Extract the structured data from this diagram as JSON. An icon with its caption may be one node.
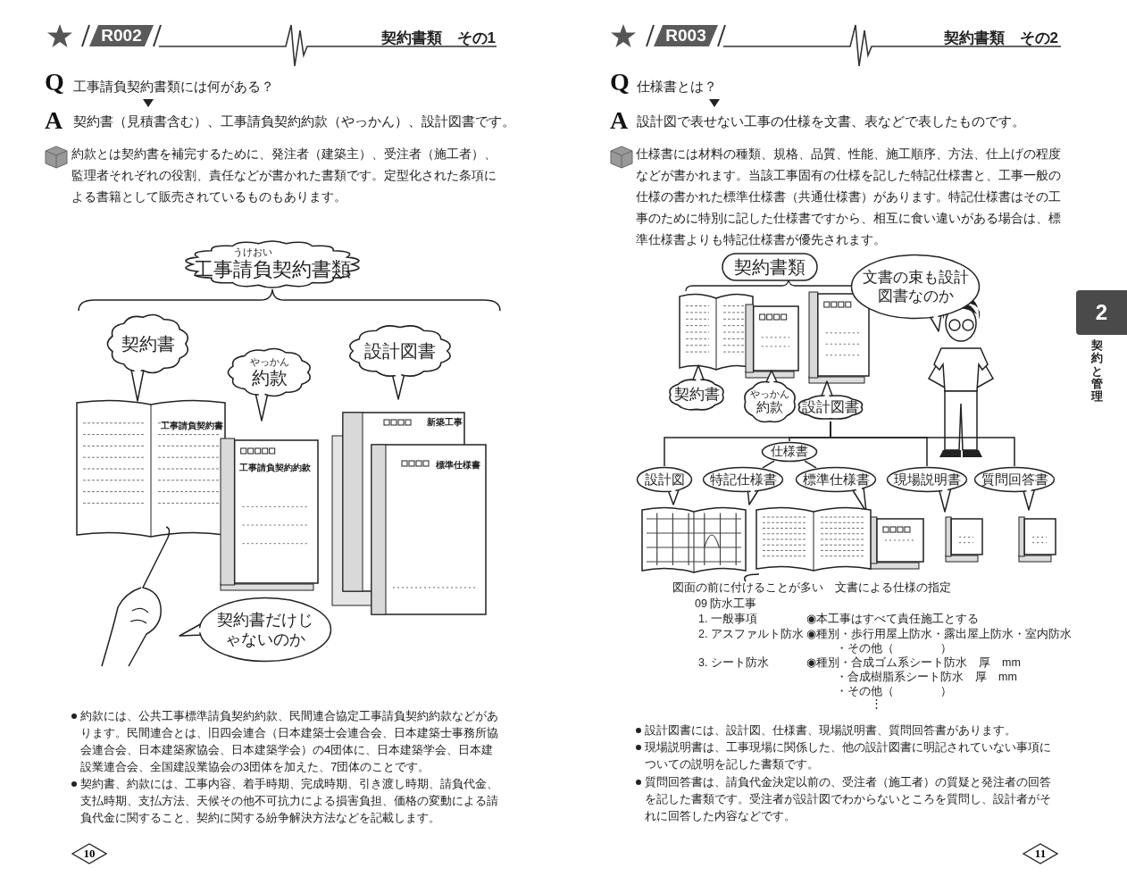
{
  "diagram": {
    "nodes": [
      {
        "text": [
          "うけおい",
          "工事請負契約書類"
        ]
      },
      {
        "text": [
          "契約書"
        ]
      },
      {
        "text": [
          "やっかん",
          "約款"
        ]
      },
      {
        "text": [
          "設計図書"
        ]
      },
      {
        "text": [
          "契約書だけじゃないのか"
        ]
      },
      {
        "text": [
          "契約書類"
        ]
      },
      {
        "text": [
          "文書の束も設計図書なのか"
        ]
      },
      {
        "text": [
          "契約書"
        ]
      },
      {
        "text": [
          "やっかん",
          "約款"
        ]
      },
      {
        "text": [
          "設計図書"
        ]
      },
      {
        "text": [
          "仕様書"
        ]
      },
      {
        "text": [
          "設計図"
        ]
      },
      {
        "text": [
          "特記仕様書"
        ]
      },
      {
        "text": [
          "標準仕様書"
        ]
      },
      {
        "text": [
          "現場説明書"
        ]
      },
      {
        "text": [
          "質問回答書"
        ]
      },
      {
        "text": [
          "図面の前に付けることが多い"
        ]
      },
      {
        "text": [],
        "shape": "picture"
      }
    ],
    "edges": [
      {
        "from": 9,
        "to": 11,
        "arrow": "none"
      },
      {
        "from": 9,
        "to": 10,
        "arrow": "none"
      },
      {
        "from": 9,
        "to": 14,
        "arrow": "none"
      },
      {
        "from": 9,
        "to": 15,
        "arrow": "none"
      },
      {
        "from": 10,
        "to": 12,
        "arrow": "none"
      },
      {
        "from": 10,
        "to": 13,
        "arrow": "none"
      },
      {
        "from": 16,
        "to": 17,
        "arrow": "none"
      }
    ],
    "labels": [
      "R002",
      "契約書類　その1",
      "Q",
      "工事請負契約書類には何がある？",
      "A",
      "契約書（見積書含む）、工事請負契約約款（やっかん）、設計図書です。",
      "約款とは契約書を補完するために、発注者（建築主）、受注者（施工者）、監理者それぞれの役割、責任などが書かれた書類です。定型化された条項による書籍として販売されているものもあります。",
      "工事請負契約書",
      "工事請負契約約款",
      "新築工事",
      "標準仕様書",
      "約款には、公共工事標準請負契約約款、民間連合協定工事請負契約約款などがあります。民間連合とは、旧四会連合（日本建築士会連合会、日本建築士事務所協会連合会、日本建築家協会、日本建築学会）の4団体に、日本建築学会、日本建設業連合会、全国建設業協会の3団体を加えた、7団体のことです。",
      "契約書、約款には、工事内容、着手時期、完成時期、引き渡し時期、請負代金、支払時期、支払方法、天候その他不可抗力による損害負担、価格の変動による請負代金に関すること、契約に関する紛争解決方法などを記載します。",
      "10",
      "R003",
      "契約書類　その2",
      "Q",
      "仕様書とは？",
      "A",
      "設計図で表せない工事の仕様を文書、表などで表したものです。",
      "仕様書には材料の種類、規格、品質、性能、施工順序、方法、仕上げの程度などが書かれます。当該工事固有の仕様を記した特記仕様書と、工事一般の仕様の書かれた標準仕様書（共通仕様書）があります。特記仕様書はその工事のために特別に記した仕様書ですから、相互に食い違いがある場合は、標準仕様書よりも特記仕様書が優先されます。",
      "文書による仕様の指定",
      "09 防水工事",
      "1. 一般事項",
      "◉本工事はすべて責任施工とする",
      "2. アスファルト防水",
      "◉種別・歩行用屋上防水・露出屋上防水・室内防水",
      "・その他（　　　　）",
      "3. シート防水",
      "◉種別・合成ゴム系シート防水　厚　mm",
      "・合成樹脂系シート防水　厚　mm",
      "・その他（　　　　）",
      "⋮",
      "設計図書には、設計図、仕様書、現場説明書、質問回答書があります。",
      "現場説明書は、工事現場に関係した、他の設計図書に明記されていない事項についての説明を記した書類です。",
      "質問回答書は、請負代金決定以前の、受注者（施工者）の質疑と発注者の回答を記した書類です。受注者が設計図でわからないところを質問し、設計者がそれに回答した内容などです。",
      "11",
      "2",
      "契約と管理"
    ]
  }
}
